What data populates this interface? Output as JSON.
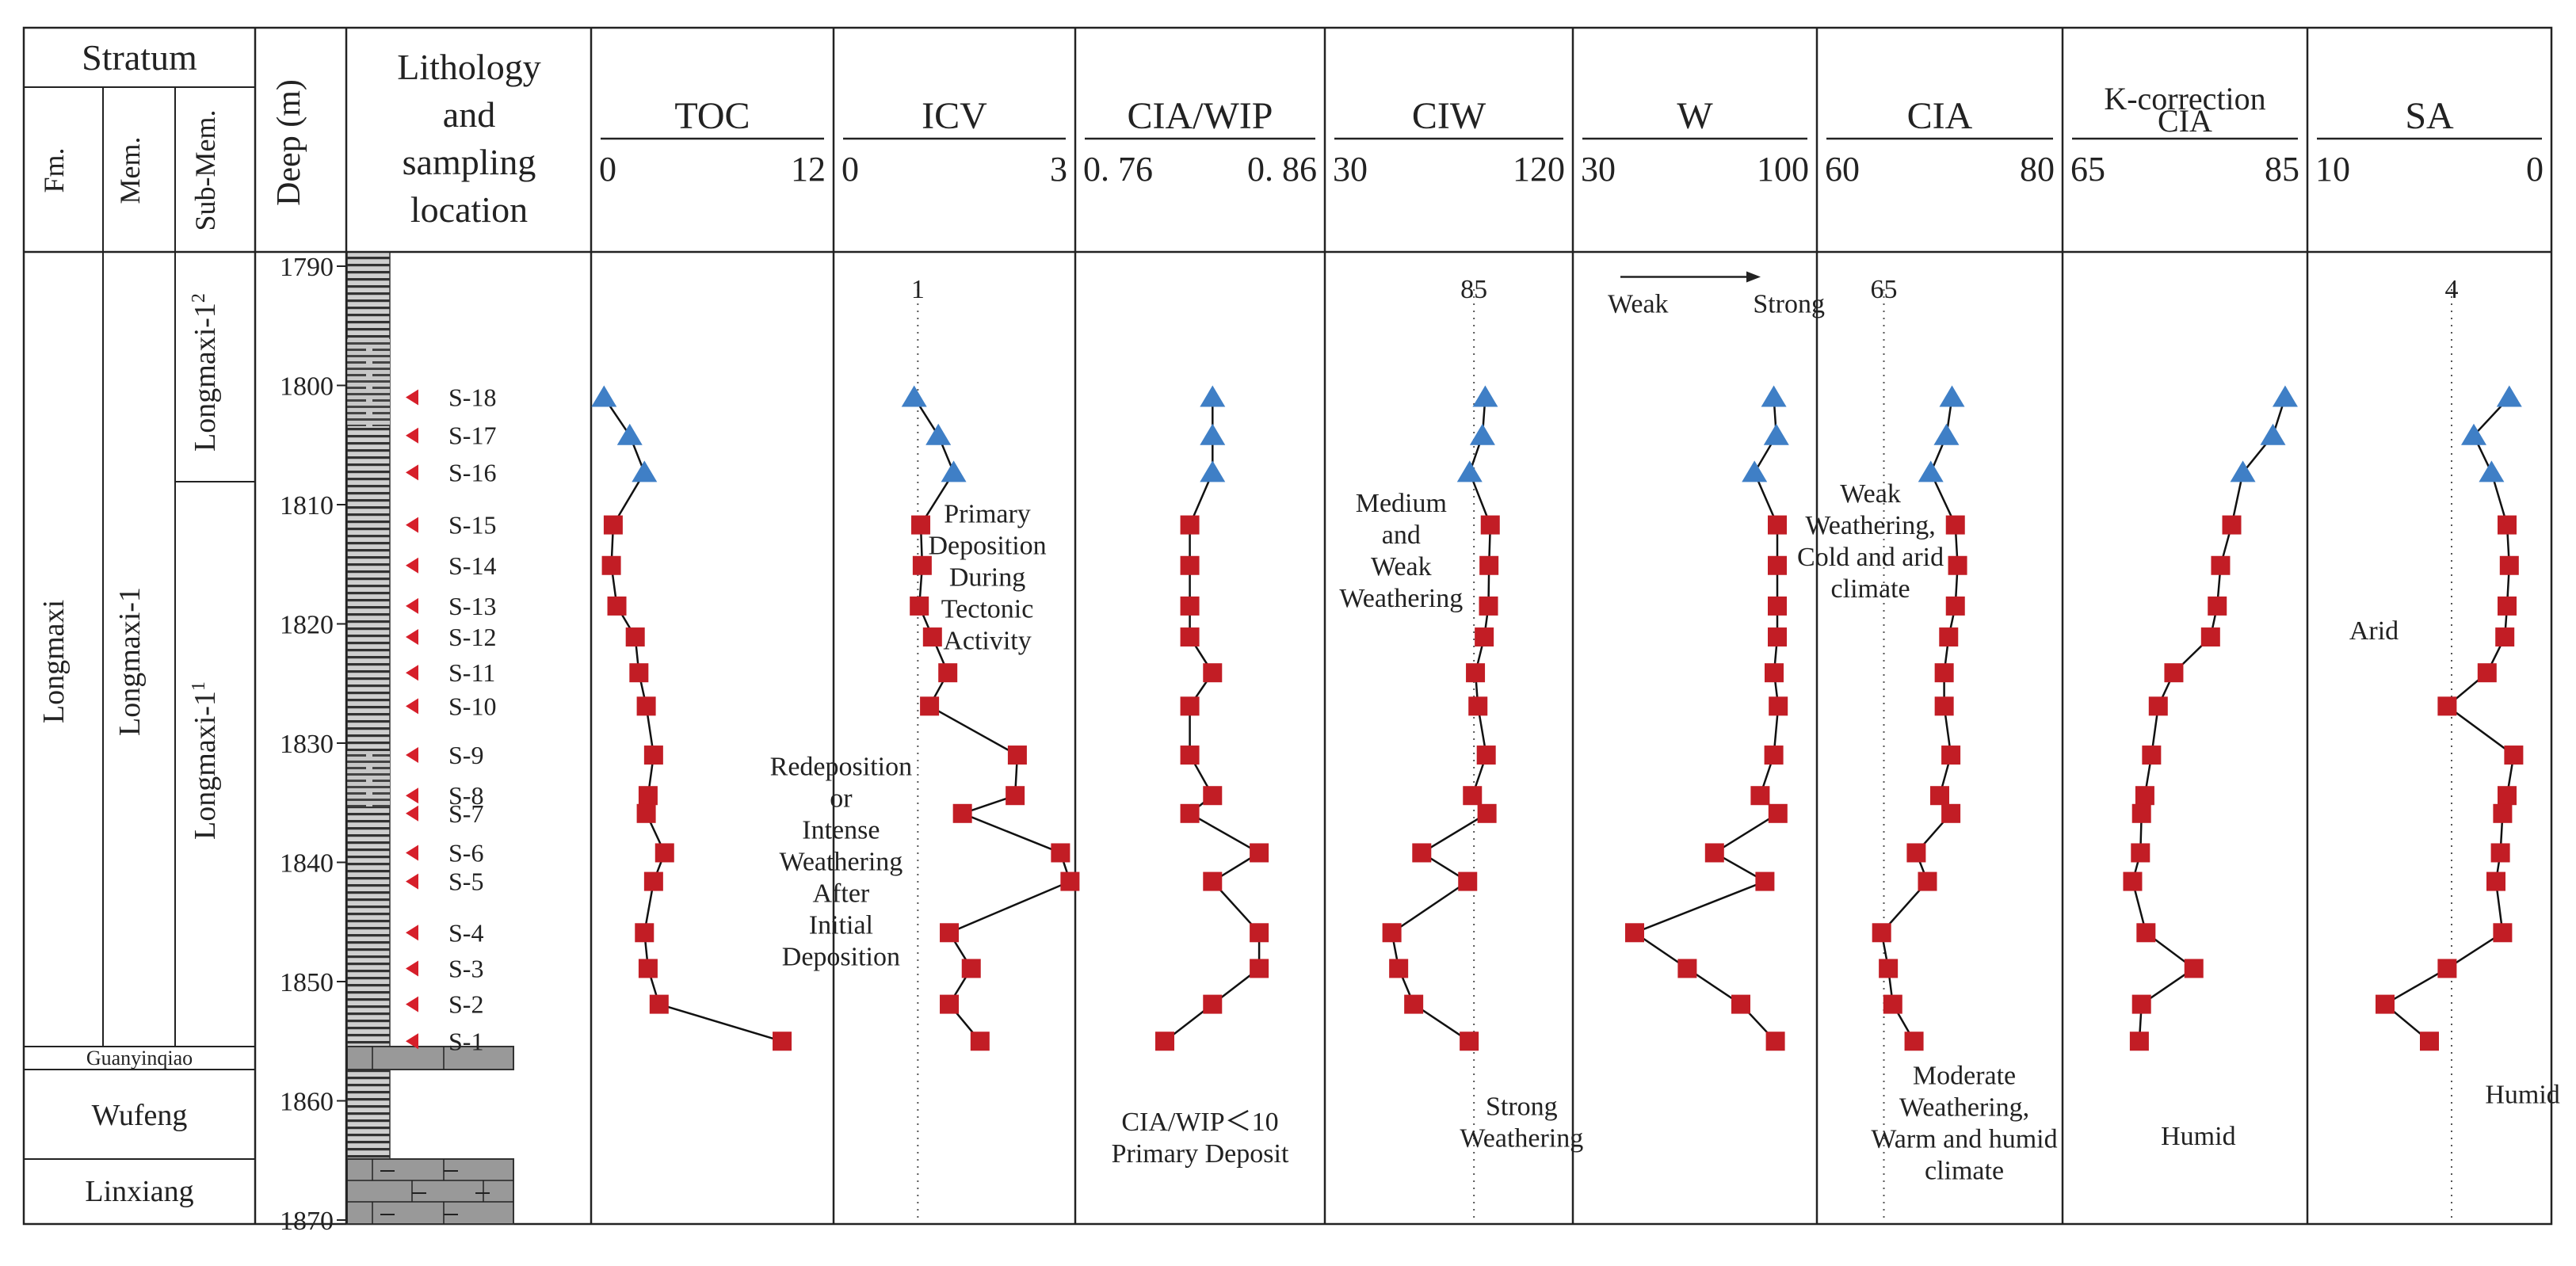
{
  "stratum": {
    "header": "Stratum",
    "sub_headers": [
      "Fm.",
      "Mem.",
      "Sub-Mem."
    ],
    "formations": [
      "Longmaxi",
      "Guanyinqiao",
      "Wufeng",
      "Linxiang"
    ],
    "member": "Longmaxi-1",
    "sub_members": [
      {
        "base": "Longmaxi-1",
        "sup": "2"
      },
      {
        "base": "Longmaxi-1",
        "sup": "1"
      }
    ]
  },
  "depth": {
    "header": "Deep (m)",
    "ticks": [
      "1790",
      "1800",
      "1810",
      "1820",
      "1830",
      "1840",
      "1850",
      "1860",
      "1870"
    ]
  },
  "lithology": {
    "header_lines": [
      "Lithology",
      "and",
      "sampling",
      "location"
    ]
  },
  "samples": [
    {
      "id": "S-18",
      "depth": 1801.0
    },
    {
      "id": "S-17",
      "depth": 1804.2
    },
    {
      "id": "S-16",
      "depth": 1807.3
    },
    {
      "id": "S-15",
      "depth": 1811.7
    },
    {
      "id": "S-14",
      "depth": 1815.1
    },
    {
      "id": "S-13",
      "depth": 1818.5
    },
    {
      "id": "S-12",
      "depth": 1821.1
    },
    {
      "id": "S-11",
      "depth": 1824.1
    },
    {
      "id": "S-10",
      "depth": 1826.9
    },
    {
      "id": "S-9",
      "depth": 1831.0
    },
    {
      "id": "S-8",
      "depth": 1834.4
    },
    {
      "id": "S-7",
      "depth": 1835.9
    },
    {
      "id": "S-6",
      "depth": 1839.2
    },
    {
      "id": "S-5",
      "depth": 1841.6
    },
    {
      "id": "S-4",
      "depth": 1845.9
    },
    {
      "id": "S-3",
      "depth": 1848.9
    },
    {
      "id": "S-2",
      "depth": 1851.9
    },
    {
      "id": "S-1",
      "depth": 1855.0
    }
  ],
  "chart_data": {
    "type": "scatter",
    "y_axis": {
      "label": "Deep (m)",
      "range": [
        1788,
        1870.5
      ],
      "ticks": [
        1790,
        1800,
        1810,
        1820,
        1830,
        1840,
        1850,
        1860,
        1870
      ],
      "inverted": true
    },
    "series_order": "S-18 to S-1",
    "marker_legend": "blue triangles = S-18 to S-16, red squares = S-15 to S-1",
    "panels": [
      {
        "title": "TOC",
        "min": 0,
        "max": 12,
        "ticks": [
          "0",
          "12"
        ],
        "ref_line": null,
        "values": [
          0.1,
          1.5,
          2.3,
          0.6,
          0.5,
          0.8,
          1.8,
          2.0,
          2.4,
          2.8,
          2.5,
          2.4,
          3.4,
          2.8,
          2.3,
          2.5,
          3.1,
          9.8
        ],
        "annotations": []
      },
      {
        "title": "ICV",
        "min": 0,
        "max": 3,
        "ticks": [
          "0",
          "3"
        ],
        "ref_line": {
          "value": 1,
          "label": "1"
        },
        "values": [
          0.95,
          1.28,
          1.49,
          1.04,
          1.06,
          1.02,
          1.2,
          1.41,
          1.16,
          2.36,
          2.33,
          1.61,
          2.95,
          3.08,
          1.43,
          1.73,
          1.43,
          1.85
        ],
        "annotations": [
          {
            "lines": [
              "Primary",
              "Deposition",
              "During",
              "Tectonic",
              "Activity"
            ],
            "at": [
              1.95,
              1811.5
            ],
            "anchor": "middle"
          },
          {
            "lines": [
              "Redeposition",
              "or",
              "Intense",
              "Weathering",
              "After",
              "Initial",
              "Deposition"
            ],
            "at": [
              -0.05,
              1832.7
            ],
            "anchor": "middle"
          }
        ]
      },
      {
        "title": "CIA/WIP",
        "min": 0.76,
        "max": 0.86,
        "ticks": [
          "0. 76",
          "0. 86"
        ],
        "ref_line": null,
        "values": [
          0.8155,
          0.8155,
          0.8155,
          0.8055,
          0.8055,
          0.8055,
          0.8055,
          0.8155,
          0.8055,
          0.8055,
          0.8155,
          0.8055,
          0.836,
          0.8155,
          0.836,
          0.836,
          0.8155,
          0.7945
        ],
        "annotations": [
          {
            "lines": [
              "CIA/WIP＜10",
              "Primary Deposit"
            ],
            "at": [
              0.81,
              1862.5
            ],
            "anchor": "middle"
          }
        ]
      },
      {
        "title": "CIW",
        "min": 30,
        "max": 120,
        "ticks": [
          "30",
          "120"
        ],
        "ref_line": {
          "value": 85,
          "label": "85"
        },
        "values": [
          89.5,
          88.4,
          83.3,
          91.5,
          91.0,
          90.8,
          89.1,
          85.6,
          86.6,
          89.9,
          84.4,
          90.2,
          64.2,
          82.5,
          52.3,
          55.0,
          61.0,
          83.1
        ],
        "annotations": [
          {
            "lines": [
              "Medium",
              "and",
              "Weak",
              "Weathering"
            ],
            "at": [
              56,
              1810.6
            ],
            "anchor": "middle"
          },
          {
            "lines": [
              "Strong",
              "Weathering"
            ],
            "at": [
              104,
              1861.2
            ],
            "anchor": "middle"
          }
        ]
      },
      {
        "title": "W",
        "min": 30,
        "max": 100,
        "ticks": [
          "30",
          "100"
        ],
        "ref_line": null,
        "values": [
          89.9,
          90.7,
          83.8,
          91.0,
          91.0,
          91.0,
          91.0,
          90.0,
          91.3,
          89.9,
          85.6,
          91.2,
          71.2,
          87.1,
          46.0,
          62.6,
          79.5,
          90.4
        ],
        "annotations": [
          {
            "lines": [
              "Weak"
            ],
            "at": [
              37.5,
              1793.9
            ],
            "anchor": "start"
          },
          {
            "lines": [
              "Strong"
            ],
            "at": [
              106,
              1793.9
            ],
            "anchor": "end"
          }
        ]
      },
      {
        "title": "CIA",
        "min": 60,
        "max": 80,
        "ticks": [
          "60",
          "80"
        ],
        "ref_line": {
          "value": 65,
          "label": "65"
        },
        "values": [
          71.1,
          70.6,
          69.2,
          71.4,
          71.6,
          71.4,
          70.8,
          70.4,
          70.4,
          71.0,
          70.0,
          71.0,
          67.9,
          68.9,
          64.8,
          65.4,
          65.8,
          67.7
        ],
        "annotations": [
          {
            "lines": [
              "Weak",
              "Weathering,",
              "Cold and arid",
              "climate"
            ],
            "at": [
              63.8,
              1809.8
            ],
            "anchor": "middle"
          },
          {
            "lines": [
              "Moderate",
              "Weathering,",
              "Warm and humid",
              "climate"
            ],
            "at": [
              72.2,
              1858.6
            ],
            "anchor": "middle"
          }
        ]
      },
      {
        "title": "CIA",
        "title_top": "K-correction",
        "min": 65,
        "max": 85,
        "ticks": [
          "65",
          "85"
        ],
        "ref_line": null,
        "values": [
          84.0,
          82.9,
          80.2,
          79.2,
          78.2,
          77.9,
          77.3,
          74.0,
          72.6,
          72.0,
          71.4,
          71.1,
          71.0,
          70.3,
          71.5,
          75.8,
          71.1,
          70.9
        ],
        "annotations": [
          {
            "lines": [
              "Humid"
            ],
            "at": [
              76.2,
              1863.7
            ],
            "anchor": "middle"
          }
        ]
      },
      {
        "title": "SA",
        "min": 10,
        "max": 0,
        "ticks": [
          "10",
          "0"
        ],
        "ref_line": {
          "value": 4,
          "label": "4"
        },
        "values": [
          1.4,
          3.0,
          2.2,
          1.5,
          1.4,
          1.5,
          1.6,
          2.4,
          4.2,
          1.2,
          1.5,
          1.7,
          1.8,
          2.0,
          1.7,
          4.2,
          7.0,
          5.0
        ],
        "annotations": [
          {
            "lines": [
              "Arid"
            ],
            "at": [
              7.5,
              1821.3
            ],
            "anchor": "middle"
          },
          {
            "lines": [
              "Humid"
            ],
            "at": [
              0.8,
              1860.2
            ],
            "anchor": "middle"
          }
        ]
      }
    ]
  }
}
